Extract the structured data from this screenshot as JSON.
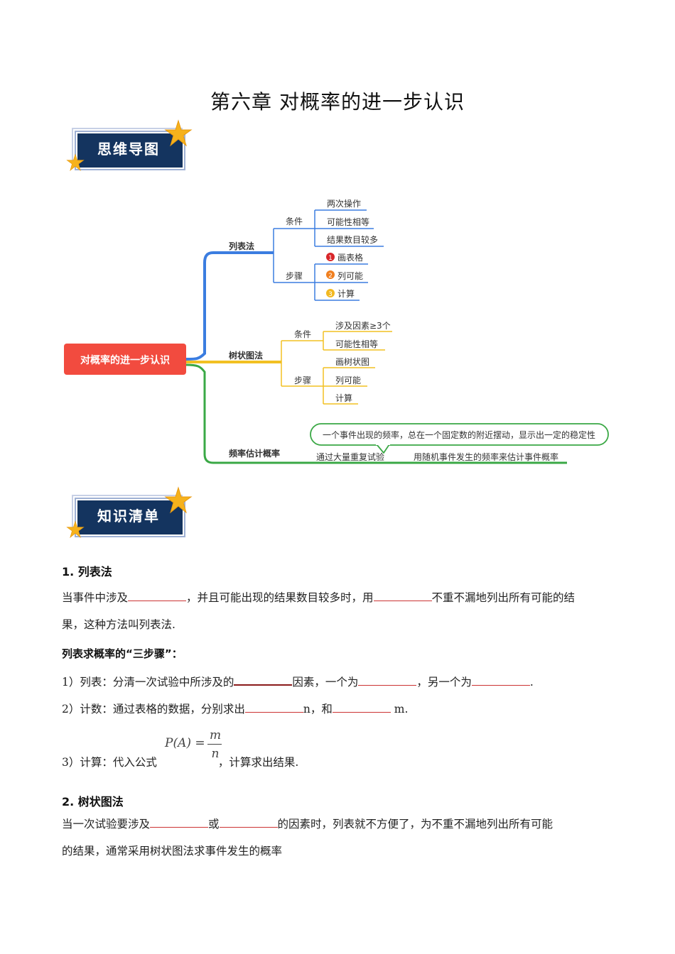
{
  "title": "第六章  对概率的进一步认识",
  "banner1": "思维导图",
  "banner2": "知识清单",
  "mindmap": {
    "root": "对概率的进一步认识",
    "b1": {
      "label": "列表法",
      "cond_label": "条件",
      "cond_items": [
        "两次操作",
        "可能性相等",
        "结果数目较多"
      ],
      "step_label": "步骤",
      "step_items": [
        "画表格",
        "列可能",
        "计算"
      ],
      "step_nums": [
        "1",
        "2",
        "3"
      ]
    },
    "b2": {
      "label": "树状图法",
      "cond_label": "条件",
      "cond_items": [
        "涉及因素≥3个",
        "可能性相等"
      ],
      "step_label": "步骤",
      "step_items": [
        "画树状图",
        "列可能",
        "计算"
      ]
    },
    "b3": {
      "label": "频率估计概率",
      "bubble": "一个事件出现的频率，总在一个固定数的附近摆动，显示出一定的稳定性",
      "item1": "通过大量重复试验",
      "item2": "用随机事件发生的频率来估计事件概率"
    }
  },
  "s1": {
    "heading": "1.  列表法",
    "p1a": "当事件中涉及",
    "p1b": "，并且可能出现的结果数目较多时，用",
    "p1c": "不重不漏地列出所有可能的结",
    "p1d": "果，这种方法叫列表法.",
    "sub": "列表求概率的“三步骤”：",
    "l1a": "1）列表：分清一次试验中所涉及的",
    "l1b": "因素，一个为",
    "l1c": "，另一个为",
    "l1d": ".",
    "l2a": "2）计数：通过表格的数据，分别求出",
    "l2b": "n，和",
    "l2c": " m.",
    "l3a": "3）计算：代入公式",
    "l3b": "，计算求出结果.",
    "formula_lhs": "P(A) =",
    "formula_num": "m",
    "formula_den": "n"
  },
  "s2": {
    "heading": "2.  树状图法",
    "p1a": "当一次试验要涉及",
    "p1b": "或",
    "p1c": "的因素时，列表就不方便了，为不重不漏地列出所有可能",
    "p1d": "的结果，通常采用树状图法求事件发生的概率"
  }
}
